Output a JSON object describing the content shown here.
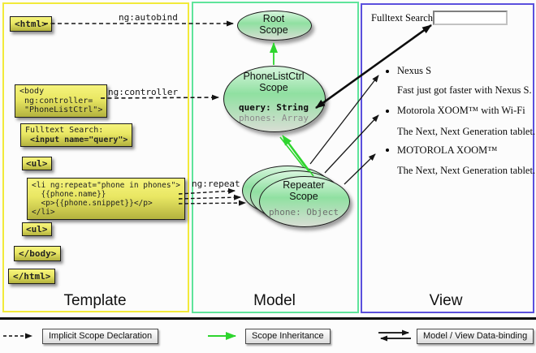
{
  "colors": {
    "template_border": "#f2ea3a",
    "model_border": "#5fe49b",
    "view_border": "#5b50dd",
    "code_box_yellow": "#e9e763",
    "scope_green": "#90e0a1",
    "green_arrow": "#2ed52e",
    "arrow_black": "#141414"
  },
  "template": {
    "title": "Template",
    "html_open": "<html>",
    "body_open_lines": [
      "<body",
      " ng:controller=",
      " \"PhoneListCtrl\">"
    ],
    "fulltext_label": "Fulltext Search:",
    "fulltext_input": " <input name=\"query\">",
    "ul_open": "<ul>",
    "li_lines": [
      "<li ng:repeat=\"phone in phones\">",
      "  {{phone.name}}",
      "  <p>{{phone.snippet}}</p>",
      "</li>"
    ],
    "ul_close": "<ul>",
    "body_close": "</body>",
    "html_close": "</html>"
  },
  "model": {
    "title": "Model",
    "root_scope": {
      "line1": "Root",
      "line2": "Scope"
    },
    "controller_scope": {
      "line1": "PhoneListCtrl",
      "line2": "Scope",
      "prop_query": "query: String",
      "prop_phones": "phones: Array"
    },
    "repeater_scope": {
      "line1": "Repeater",
      "line2": "Scope",
      "prop_phone": "phone: Object"
    }
  },
  "view": {
    "title": "View",
    "search_label": "Fulltext Search:",
    "search_value": "",
    "items": [
      {
        "name": "Nexus S",
        "snippet": "Fast just got faster with Nexus S."
      },
      {
        "name": "Motorola XOOM™ with Wi-Fi",
        "snippet": "The Next, Next Generation tablet."
      },
      {
        "name": "MOTOROLA XOOM™",
        "snippet": "The Next, Next Generation tablet."
      }
    ]
  },
  "arrow_labels": {
    "autobind": "ng:autobind",
    "controller": "ng:controller",
    "repeat": "ng:repeat"
  },
  "legend": {
    "implicit_scope": "Implicit Scope Declaration",
    "scope_inheritance": "Scope Inheritance",
    "data_binding": "Model / View Data-binding"
  }
}
